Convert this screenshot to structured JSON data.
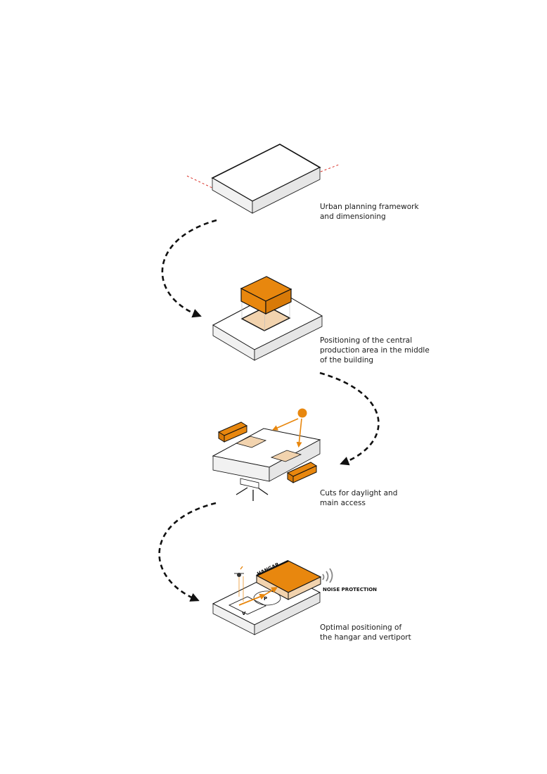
{
  "colors": {
    "accent": "#E8870E",
    "accent_light": "#F2D3AE",
    "stroke": "#111111",
    "face_top": "#ffffff",
    "face_side": "#efefef",
    "guide_red": "#d9332b"
  },
  "steps": [
    {
      "id": "step1",
      "lines": [
        "Urban planning framework",
        "and dimensioning"
      ]
    },
    {
      "id": "step2",
      "lines": [
        "Positioning of the central",
        "production area in the middle",
        "of the building"
      ]
    },
    {
      "id": "step3",
      "lines": [
        "Cuts for daylight and",
        "main access"
      ]
    },
    {
      "id": "step4",
      "lines": [
        "Optimal positioning of",
        "the hangar and vertiport"
      ]
    }
  ],
  "labels": {
    "hangar": "HANGAR",
    "noise": "NOISE PROTECTION",
    "pad_v": "V",
    "pad_p": "P"
  },
  "icons": {
    "arrow": "dashed-curved-arrow-icon",
    "sun": "sun-icon",
    "drone": "drone-icon",
    "sound": "sound-waves-icon"
  }
}
